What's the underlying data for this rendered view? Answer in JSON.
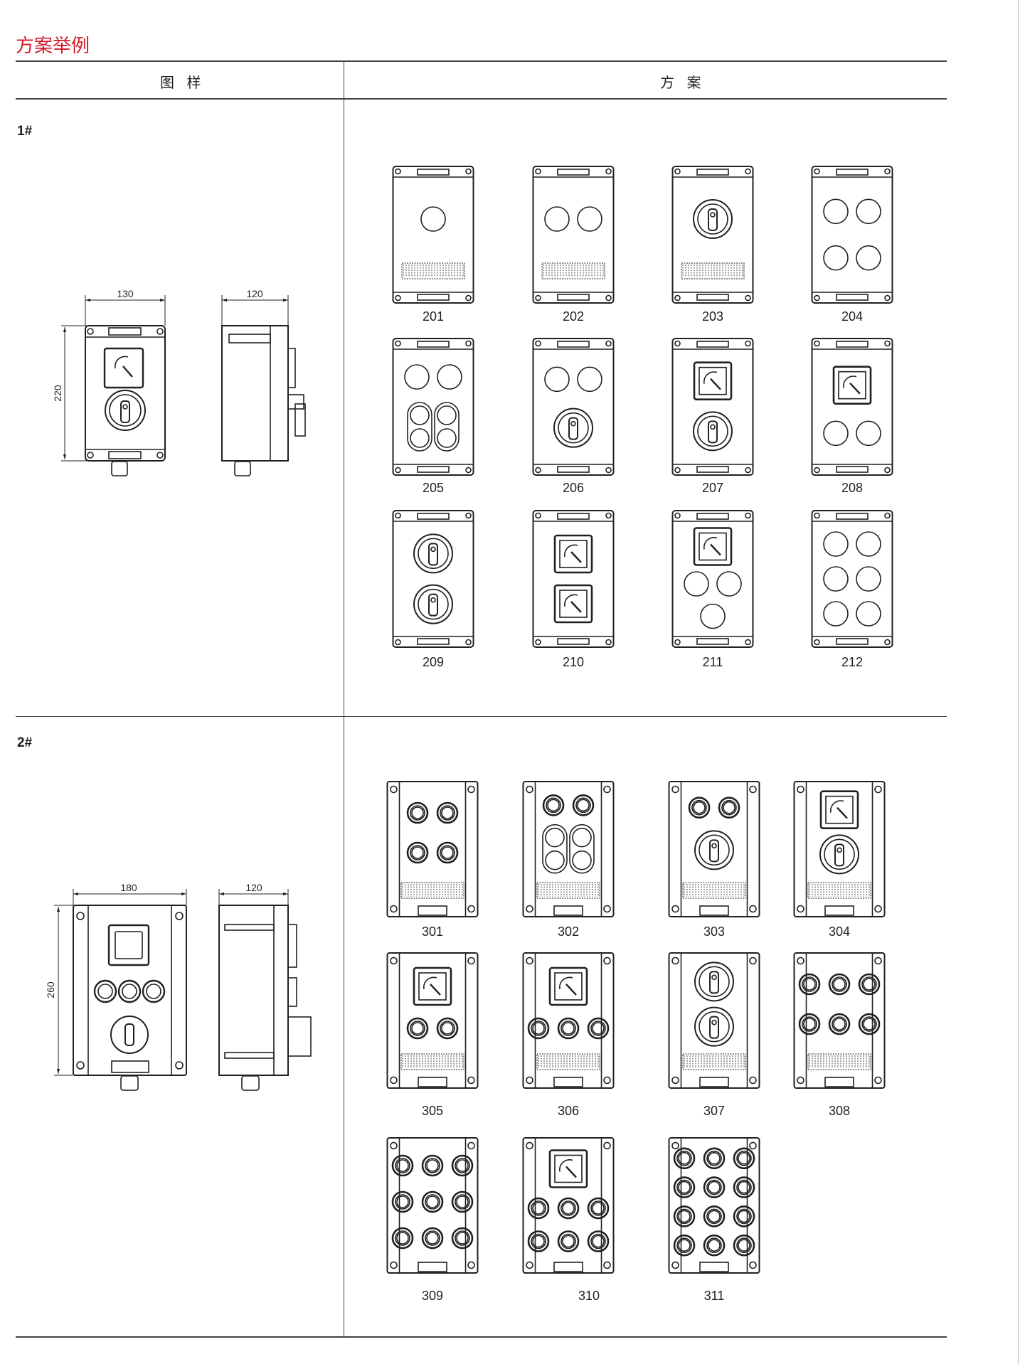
{
  "title": "方案举例",
  "header": {
    "col1": "图 样",
    "col2": "方 案"
  },
  "sections": [
    {
      "label": "1#",
      "dims": {
        "width": "130",
        "depth": "120",
        "height": "220"
      },
      "schemes": [
        {
          "id": "201",
          "rows": [
            [
              "button"
            ]
          ],
          "grill": true
        },
        {
          "id": "202",
          "rows": [
            [
              "button",
              "button"
            ]
          ],
          "grill": true
        },
        {
          "id": "203",
          "rows": [
            [
              "switch"
            ]
          ],
          "grill": true
        },
        {
          "id": "204",
          "rows": [
            [
              "button",
              "button"
            ],
            [
              "button",
              "button"
            ]
          ]
        },
        {
          "id": "205",
          "rows": [
            [
              "button",
              "button"
            ],
            [
              "double-button",
              "double-button"
            ]
          ]
        },
        {
          "id": "206",
          "rows": [
            [
              "button",
              "button"
            ],
            [
              "switch"
            ]
          ]
        },
        {
          "id": "207",
          "rows": [
            [
              "meter"
            ],
            [
              "switch"
            ]
          ]
        },
        {
          "id": "208",
          "rows": [
            [
              "meter"
            ],
            [
              "button",
              "button"
            ]
          ]
        },
        {
          "id": "209",
          "rows": [
            [
              "switch"
            ],
            [
              "switch"
            ]
          ]
        },
        {
          "id": "210",
          "rows": [
            [
              "meter"
            ],
            [
              "meter"
            ]
          ]
        },
        {
          "id": "211",
          "rows": [
            [
              "meter"
            ],
            [
              "button",
              "button"
            ],
            [
              "button"
            ]
          ]
        },
        {
          "id": "212",
          "rows": [
            [
              "button",
              "button"
            ],
            [
              "button",
              "button"
            ],
            [
              "button",
              "button"
            ]
          ]
        }
      ]
    },
    {
      "label": "2#",
      "dims": {
        "width": "180",
        "depth": "120",
        "height": "260"
      },
      "schemes": [
        {
          "id": "301",
          "rows": [
            [
              "ring",
              "ring"
            ],
            [
              "ring",
              "ring"
            ]
          ],
          "grill": true
        },
        {
          "id": "302",
          "rows": [
            [
              "ring",
              "ring"
            ],
            [
              "double-button",
              "double-button"
            ]
          ],
          "grill": true
        },
        {
          "id": "303",
          "rows": [
            [
              "ring",
              "ring"
            ],
            [
              "switch"
            ]
          ],
          "grill": true
        },
        {
          "id": "304",
          "rows": [
            [
              "meter"
            ],
            [
              "switch"
            ]
          ],
          "grill": true
        },
        {
          "id": "305",
          "rows": [
            [
              "meter"
            ],
            [
              "ring",
              "ring"
            ]
          ],
          "grill": true
        },
        {
          "id": "306",
          "rows": [
            [
              "meter"
            ],
            [
              "ring",
              "ring",
              "ring"
            ]
          ],
          "grill": true
        },
        {
          "id": "307",
          "rows": [
            [
              "switch"
            ],
            [
              "switch"
            ]
          ],
          "grill": true
        },
        {
          "id": "308",
          "rows": [
            [
              "ring",
              "ring",
              "ring"
            ],
            [
              "ring",
              "ring",
              "ring"
            ]
          ],
          "grill": true
        },
        {
          "id": "309",
          "rows": [
            [
              "ring",
              "ring",
              "ring"
            ],
            [
              "ring",
              "ring",
              "ring"
            ],
            [
              "ring",
              "ring",
              "ring"
            ]
          ]
        },
        {
          "id": "310",
          "rows": [
            [
              "meter"
            ],
            [
              "ring",
              "ring",
              "ring"
            ],
            [
              "ring",
              "ring",
              "ring"
            ]
          ]
        },
        {
          "id": "311",
          "rows": [
            [
              "ring",
              "ring",
              "ring"
            ],
            [
              "ring",
              "ring",
              "ring"
            ],
            [
              "ring",
              "ring",
              "ring"
            ],
            [
              "ring",
              "ring",
              "ring"
            ]
          ]
        }
      ]
    }
  ]
}
